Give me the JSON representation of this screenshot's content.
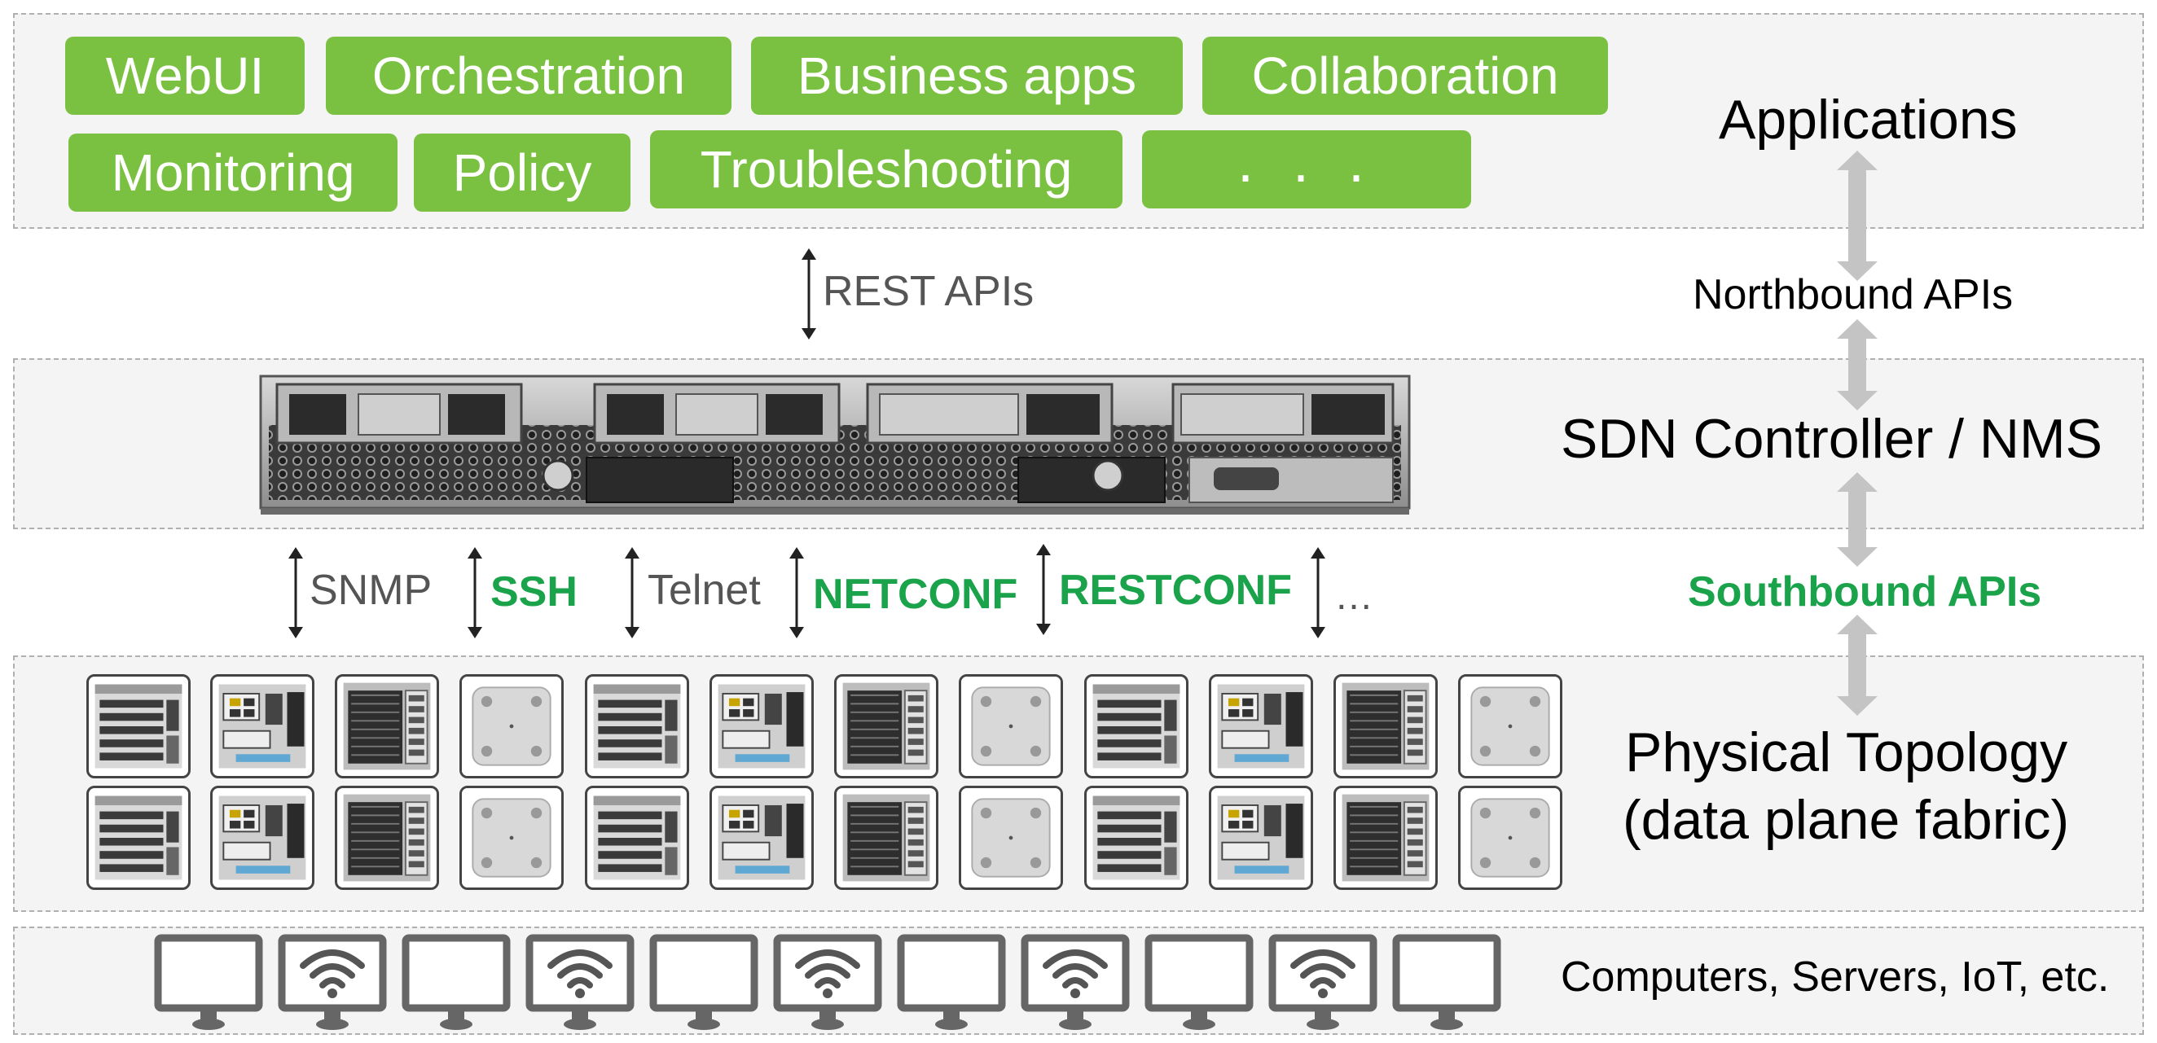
{
  "applications": {
    "row1": [
      "WebUI",
      "Orchestration",
      "Business apps",
      "Collaboration"
    ],
    "row2": [
      "Monitoring",
      "Policy",
      "Troubleshooting",
      ". . ."
    ]
  },
  "rest_api_label": "REST APIs",
  "protocols": [
    "SNMP",
    "SSH",
    "Telnet",
    "NETCONF",
    "RESTCONF",
    "…"
  ],
  "right_labels": {
    "applications": "Applications",
    "northbound": "Northbound APIs",
    "controller": "SDN Controller / NMS",
    "southbound": "Southbound APIs",
    "physical_line1": "Physical Topology",
    "physical_line2": "(data plane fabric)",
    "endpoints": "Computers, Servers, IoT, etc."
  },
  "device_icons": [
    "switch-icon",
    "router-icon",
    "server-chassis-icon",
    "access-point-icon"
  ],
  "endpoint_icons": [
    "monitor-icon",
    "wifi-monitor-icon"
  ],
  "colors": {
    "app_green": "#7ac142",
    "api_green": "#1aa34a",
    "band_bg": "#f4f4f4",
    "arrow_gray": "#c4c4c4"
  }
}
